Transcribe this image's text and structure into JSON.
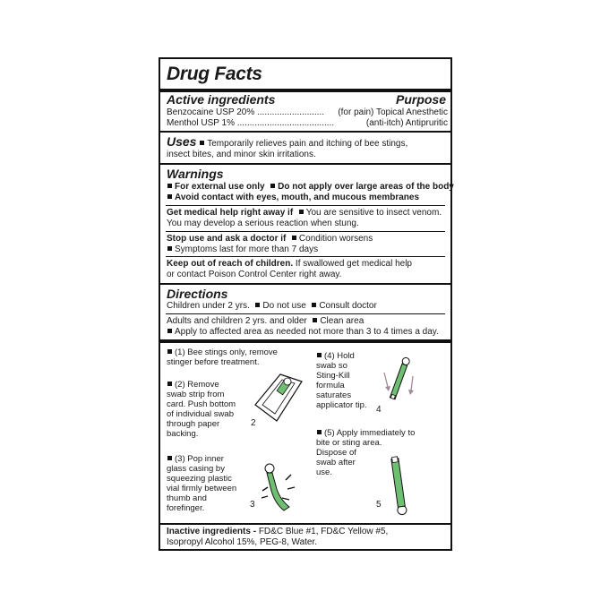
{
  "title": "Drug Facts",
  "active": {
    "heading": "Active ingredients",
    "purpose_heading": "Purpose",
    "rows": [
      {
        "name": "Benzocaine USP 20%",
        "dots": "...........................",
        "purpose": "(for pain) Topical Anesthetic"
      },
      {
        "name": "Menthol USP 1%",
        "dots": ".......................................",
        "purpose": "(anti-itch) Antipruritic"
      }
    ]
  },
  "uses": {
    "heading": "Uses",
    "line1": "Temporarily relieves pain and itching of bee stings,",
    "line2": "insect bites, and minor skin irritations."
  },
  "warnings": {
    "heading": "Warnings",
    "w1a": "For external use only",
    "w1b": "Do not apply over large areas of the body",
    "w2": "Avoid contact with eyes, mouth, and mucous membranes",
    "medical_bold": "Get medical help right away if",
    "medical_a": "You are sensitive to insect venom.",
    "medical_b": "You may develop a serious reaction when stung.",
    "stop_bold": "Stop use and ask a doctor if",
    "stop_a": "Condition worsens",
    "stop_b": "Symptoms last for more than 7 days",
    "keep_bold": "Keep out of reach of children.",
    "keep_a": "If swallowed get medical help",
    "keep_b": "or contact Poison Control Center right away."
  },
  "directions": {
    "heading": "Directions",
    "children": "Children under 2 yrs.",
    "donot": "Do not use",
    "consult": "Consult doctor",
    "adults": "Adults and children 2 yrs. and older",
    "clean": "Clean area",
    "apply": "Apply to affected area as needed not more than 3 to 4 times a day."
  },
  "steps": {
    "s1": [
      "(1) Bee stings only, remove",
      "stinger before treatment."
    ],
    "s2": [
      "(2) Remove",
      "swab strip from",
      "card. Push bottom",
      "of individual swab",
      "through paper",
      "backing."
    ],
    "s3": [
      "(3) Pop inner",
      "glass casing by",
      "squeezing plastic",
      "vial firmly between",
      "thumb and",
      "forefinger."
    ],
    "s4": [
      "(4) Hold",
      "swab so",
      "Sting-Kill",
      "formula",
      "saturates",
      "applicator tip."
    ],
    "s5": [
      "(5) Apply immediately to",
      "bite or sting area.",
      "Dispose of",
      "swab after",
      "use."
    ],
    "n2": "2",
    "n3": "3",
    "n4": "4",
    "n5": "5"
  },
  "inactive": {
    "bold": "Inactive ingredients -",
    "a": "FD&C Blue #1, FD&C Yellow #5,",
    "b": "Isopropyl Alcohol 15%, PEG-8, Water."
  },
  "colors": {
    "swab_green": "#6fbf73",
    "ink": "#111111",
    "arrow": "#a08a9a"
  }
}
